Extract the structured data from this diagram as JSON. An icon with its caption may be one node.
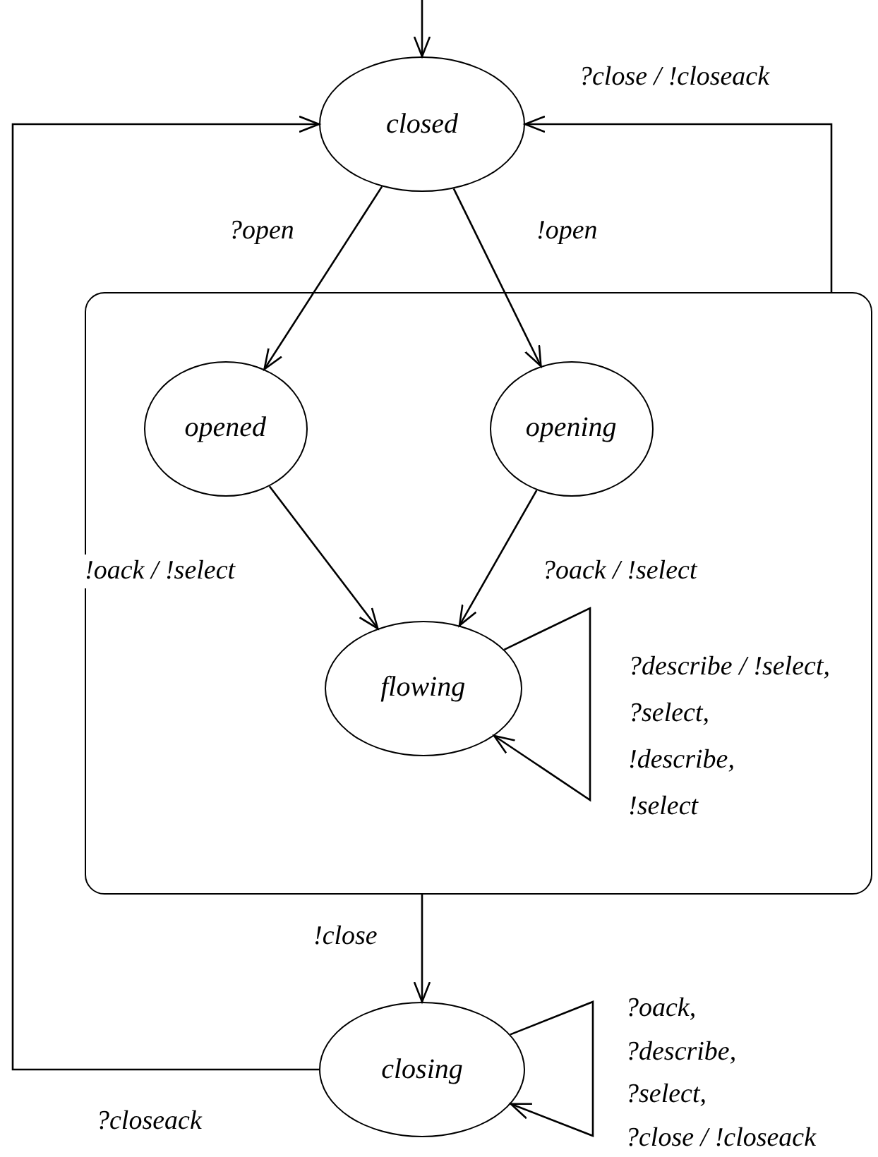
{
  "diagram": {
    "nodes": [
      {
        "text": [
          "closed"
        ]
      },
      {
        "text": [],
        "shape": "box"
      },
      {
        "text": [
          "opened"
        ],
        "in": 1
      },
      {
        "text": [
          "opening"
        ],
        "in": 1
      },
      {
        "text": [
          "flowing"
        ],
        "in": 1
      },
      {
        "text": [
          "closing"
        ]
      }
    ],
    "edges": [
      {
        "from": null,
        "to": 0,
        "arrow": "to"
      },
      {
        "from": 0,
        "to": 2,
        "arrow": "to",
        "label": "?open"
      },
      {
        "from": 0,
        "to": 3,
        "arrow": "to",
        "label": "!open"
      },
      {
        "from": 2,
        "to": 4,
        "arrow": "to",
        "label": "!oack / !select"
      },
      {
        "from": 3,
        "to": 4,
        "arrow": "to",
        "label": "?oack / !select"
      },
      {
        "from": 4,
        "to": 4,
        "arrow": "to",
        "label": "?describe / !select, ?select, !describe, !select"
      },
      {
        "from": 1,
        "to": 5,
        "arrow": "to",
        "label": "!close"
      },
      {
        "from": 5,
        "to": 5,
        "arrow": "to",
        "label": "?oack, ?describe, ?select, ?close / !closeack"
      },
      {
        "from": 5,
        "to": 0,
        "arrow": "to",
        "label": "?closeack"
      },
      {
        "from": 1,
        "to": 0,
        "arrow": "to",
        "label": "?close / !closeack"
      }
    ]
  }
}
